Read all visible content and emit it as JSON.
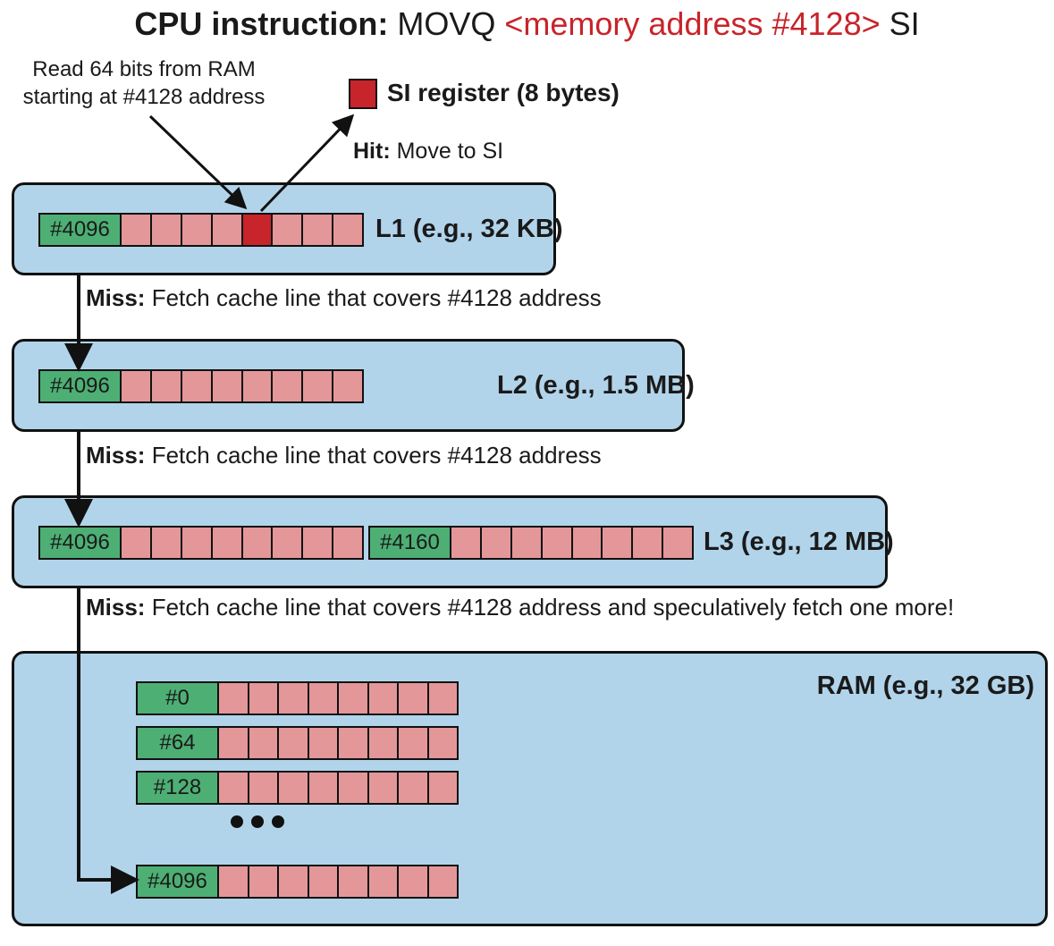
{
  "title": {
    "prefix": "CPU instruction:",
    "op": "MOVQ",
    "operand": "<memory address #4128>",
    "suffix": "SI"
  },
  "annotations": {
    "read_line1": "Read 64 bits from RAM",
    "read_line2": "starting at #4128 address",
    "register": "SI register (8 bytes)",
    "hit_bold": "Hit:",
    "hit_text": "Move to SI"
  },
  "misses": [
    {
      "bold": "Miss:",
      "text": "Fetch cache line that covers #4128 address"
    },
    {
      "bold": "Miss:",
      "text": "Fetch cache line that covers #4128 address"
    },
    {
      "bold": "Miss:",
      "text": "Fetch cache line that covers #4128 address and speculatively fetch one more!"
    }
  ],
  "levels": {
    "l1": {
      "label": "L1 (e.g., 32 KB)",
      "lines": [
        "#4096"
      ]
    },
    "l2": {
      "label": "L2 (e.g., 1.5 MB)",
      "lines": [
        "#4096"
      ]
    },
    "l3": {
      "label": "L3 (e.g., 12 MB)",
      "lines": [
        "#4096",
        "#4160"
      ]
    },
    "ram": {
      "label": "RAM (e.g., 32 GB)",
      "lines": [
        "#0",
        "#64",
        "#128",
        "#4096"
      ]
    }
  },
  "colors": {
    "box": "#b1d4ea",
    "address": "#4daf74",
    "cell": "#e39799",
    "highlight": "#c8242b"
  }
}
